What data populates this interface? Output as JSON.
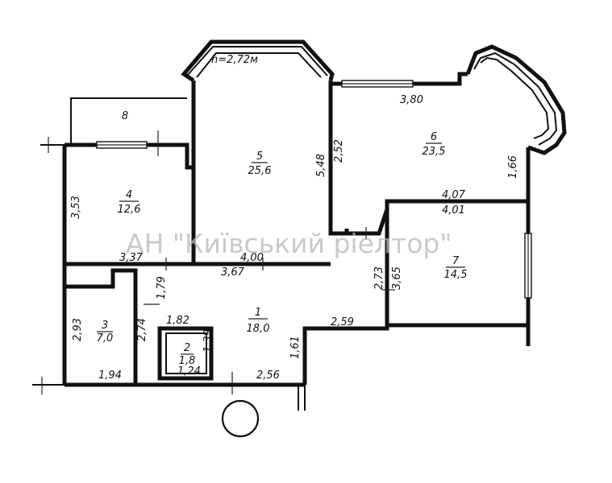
{
  "watermark": "АН \"Київський ріелтор\"",
  "ceiling_height": "h=2,72м",
  "rooms": [
    {
      "number": "1",
      "area": "18,0"
    },
    {
      "number": "2",
      "area": "1,8"
    },
    {
      "number": "3",
      "area": "7,0"
    },
    {
      "number": "4",
      "area": "12,6"
    },
    {
      "number": "5",
      "area": "25,6"
    },
    {
      "number": "6",
      "area": "23,5"
    },
    {
      "number": "7",
      "area": "14,5"
    },
    {
      "number": "8",
      "area": ""
    }
  ],
  "dimensions": {
    "d_380": "3,80",
    "d_548": "5,48",
    "d_252": "2,52",
    "d_166": "1,66",
    "d_407": "4,07",
    "d_401": "4,01",
    "d_353": "3,53",
    "d_337": "3,37",
    "d_400": "4,00",
    "d_367": "3,67",
    "d_179": "1,79",
    "d_273": "2,73",
    "d_365": "3,65",
    "d_293": "2,93",
    "d_274": "2,74",
    "d_182": "1,82",
    "d_139": "1,39",
    "d_161": "1,61",
    "d_259": "2,59",
    "d_194": "1,94",
    "d_124": "1,24",
    "d_256": "2,56"
  }
}
